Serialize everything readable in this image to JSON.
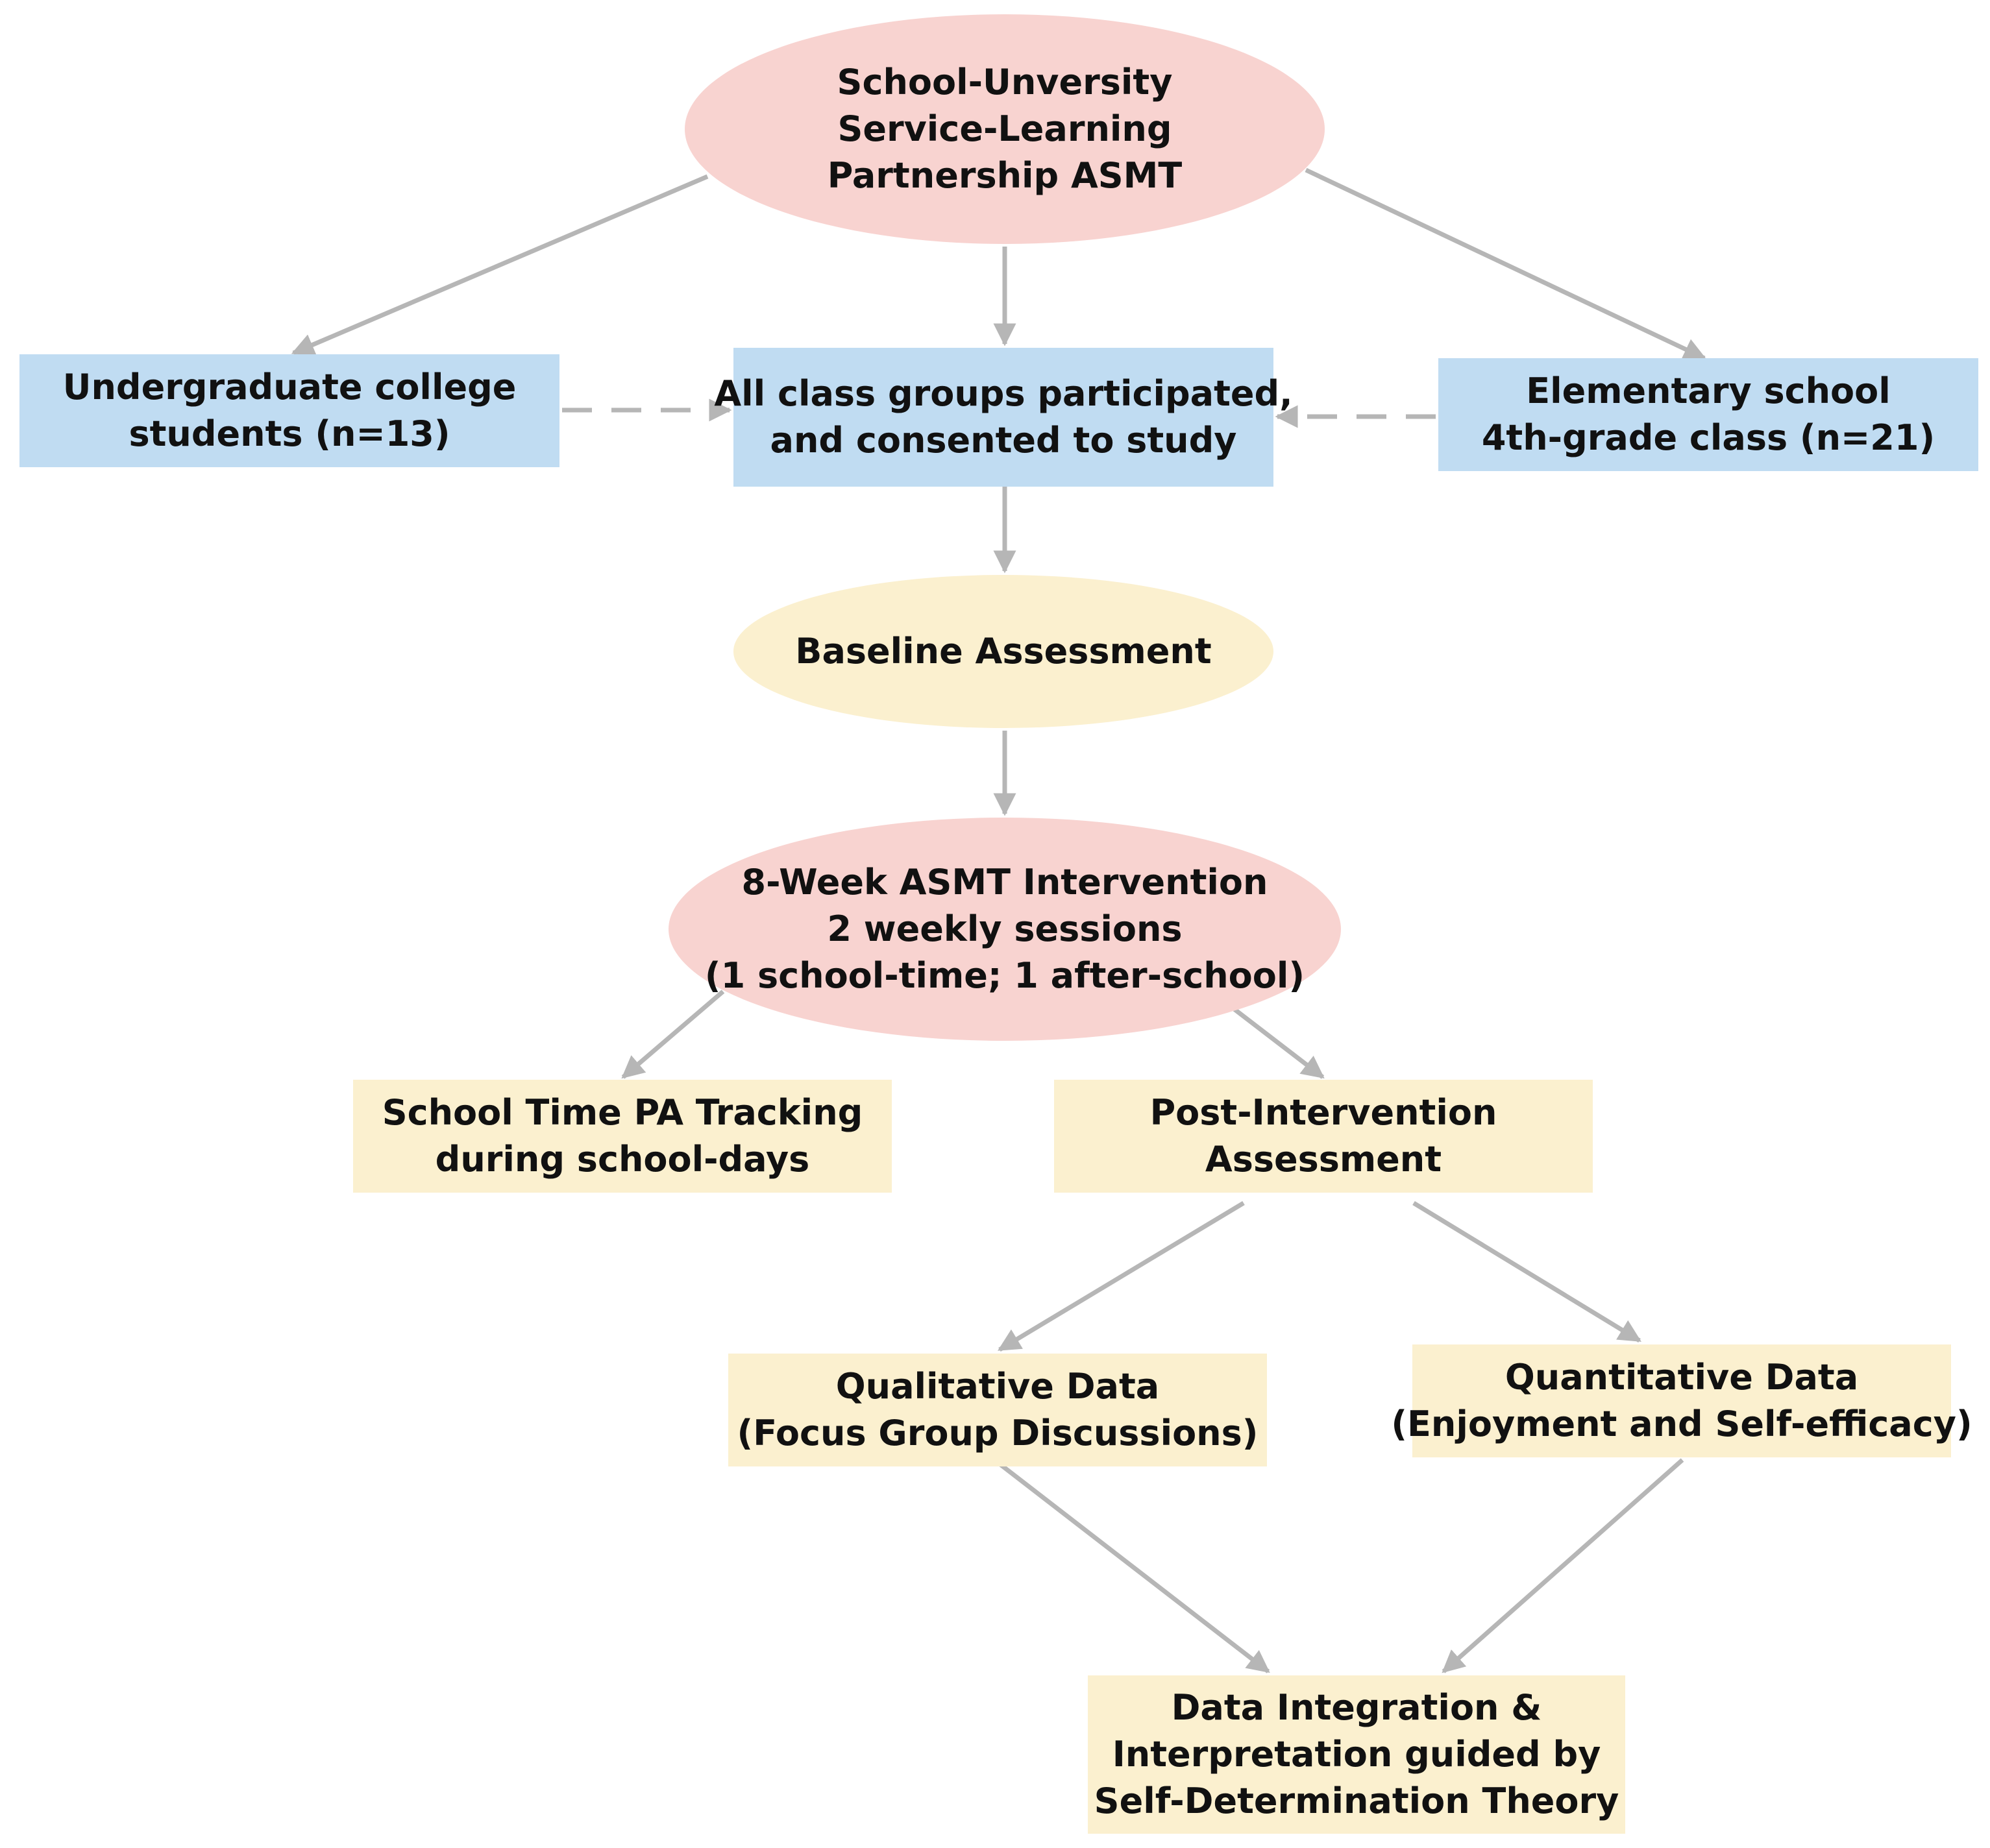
{
  "colors": {
    "ellipse_pink": "#f8d3d0",
    "box_blue": "#c0dcf2",
    "box_cream": "#fbf0cf",
    "arrow": "#b6b6b6",
    "text": "#111111"
  },
  "nodes": {
    "partnership": {
      "shape": "ellipse",
      "lines": [
        "School-Unversity",
        "Service-Learning",
        "Partnership ASMT"
      ]
    },
    "undergrad": {
      "shape": "rectangle",
      "lines": [
        "Undergraduate college",
        "students (n=13)"
      ]
    },
    "all_groups": {
      "shape": "rectangle",
      "lines": [
        "All class groups participated,",
        "and consented to study"
      ]
    },
    "elementary": {
      "shape": "rectangle",
      "lines": [
        "Elementary school",
        "4th-grade class (n=21)"
      ]
    },
    "baseline": {
      "shape": "ellipse",
      "lines": [
        "Baseline Assessment"
      ]
    },
    "intervention": {
      "shape": "ellipse",
      "lines": [
        "8-Week ASMT Intervention",
        "2 weekly sessions",
        "(1 school-time; 1 after-school)"
      ]
    },
    "pa_tracking": {
      "shape": "rectangle",
      "lines": [
        "School Time PA Tracking",
        "during school-days"
      ]
    },
    "post_assessment": {
      "shape": "rectangle",
      "lines": [
        "Post-Intervention",
        "Assessment"
      ]
    },
    "qualitative": {
      "shape": "rectangle",
      "lines": [
        "Qualitative Data",
        "(Focus Group Discussions)"
      ]
    },
    "quantitative": {
      "shape": "rectangle",
      "lines": [
        "Quantitative Data",
        "(Enjoyment and Self-efficacy)"
      ]
    },
    "integration": {
      "shape": "rectangle",
      "lines": [
        "Data Integration &",
        "Interpretation guided by",
        "Self-Determination Theory"
      ]
    }
  },
  "edges": [
    {
      "from": "partnership",
      "to": "undergrad",
      "style": "solid"
    },
    {
      "from": "partnership",
      "to": "all_groups",
      "style": "solid"
    },
    {
      "from": "partnership",
      "to": "elementary",
      "style": "solid"
    },
    {
      "from": "undergrad",
      "to": "all_groups",
      "style": "dashed"
    },
    {
      "from": "elementary",
      "to": "all_groups",
      "style": "dashed"
    },
    {
      "from": "all_groups",
      "to": "baseline",
      "style": "solid"
    },
    {
      "from": "baseline",
      "to": "intervention",
      "style": "solid"
    },
    {
      "from": "intervention",
      "to": "pa_tracking",
      "style": "solid"
    },
    {
      "from": "intervention",
      "to": "post_assessment",
      "style": "solid"
    },
    {
      "from": "post_assessment",
      "to": "qualitative",
      "style": "solid"
    },
    {
      "from": "post_assessment",
      "to": "quantitative",
      "style": "solid"
    },
    {
      "from": "qualitative",
      "to": "integration",
      "style": "solid"
    },
    {
      "from": "quantitative",
      "to": "integration",
      "style": "solid"
    }
  ]
}
